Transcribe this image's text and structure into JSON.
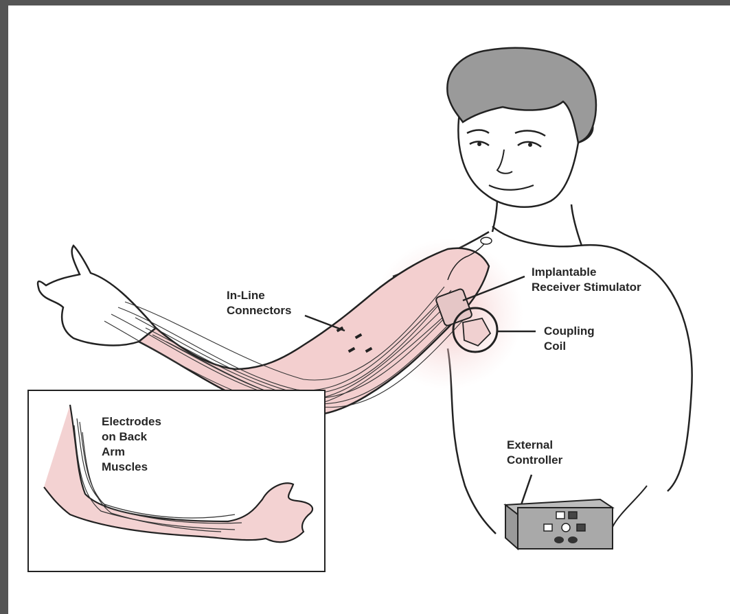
{
  "labels": {
    "in_line_connectors": [
      "In-Line",
      "Connectors"
    ],
    "implantable_receiver_stimulator": [
      "Implantable",
      "Receiver Stimulator"
    ],
    "coupling_coil": [
      "Coupling",
      "Coil"
    ],
    "external_controller": [
      "External",
      "Controller"
    ],
    "electrodes_back_arm": [
      "Electrodes",
      "on Back",
      "Arm",
      "Muscles"
    ]
  },
  "colors": {
    "background_border": "#555555",
    "line_art": "#222222",
    "hair": "#9a9a9a",
    "muscle_tint": "#f2c8c8",
    "controller_body": "#a9a9a9"
  }
}
